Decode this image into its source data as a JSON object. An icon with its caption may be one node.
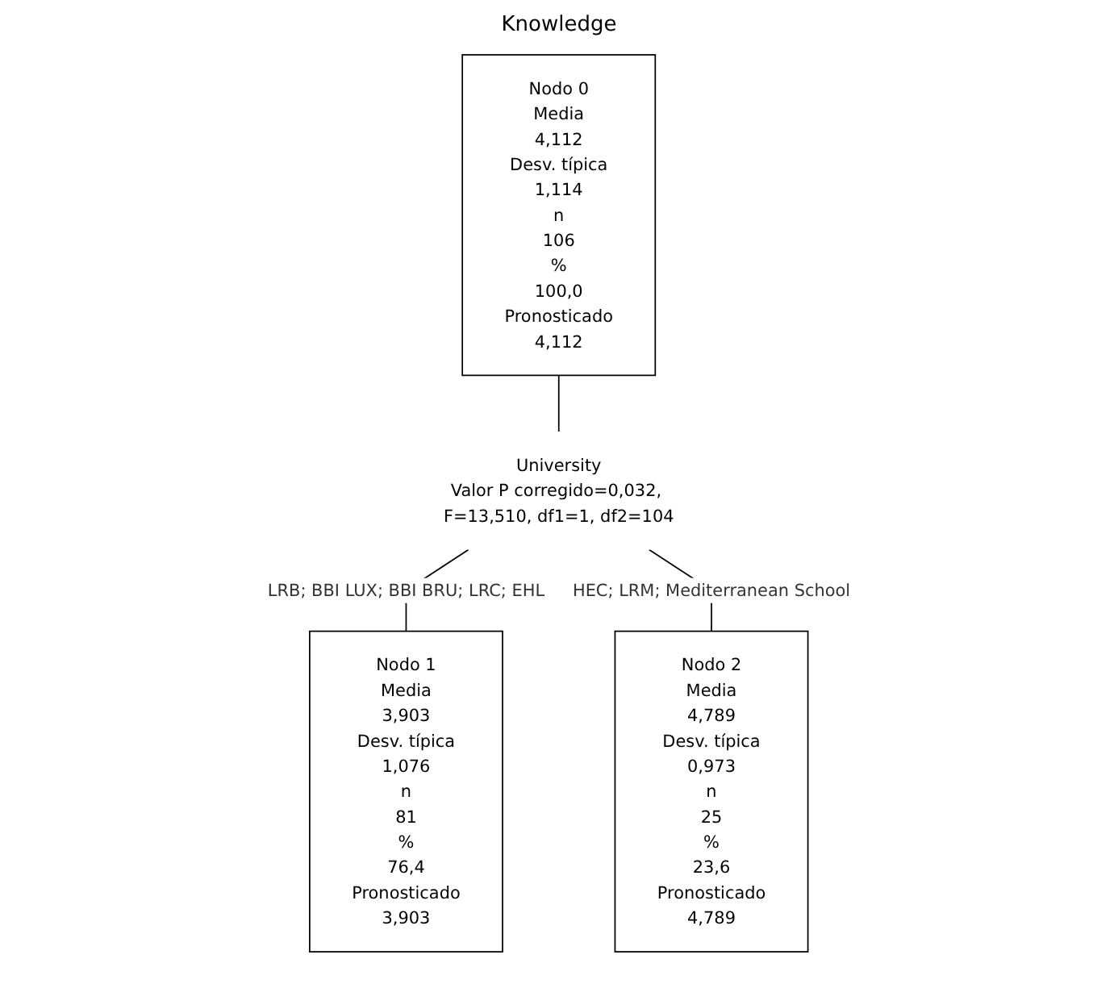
{
  "diagram": {
    "title": "Knowledge",
    "nodes": [
      {
        "text": [
          "Nodo 0",
          "Media",
          "4,112",
          "Desv. típica",
          "1,114",
          "n",
          "106",
          "%",
          "100,0",
          "Pronosticado",
          "4,112"
        ]
      },
      {
        "text": [
          "University",
          "Valor P corregido=0,032, F=13,510, df1=1, df2=104"
        ]
      },
      {
        "text": [
          "Nodo 1",
          "Media",
          "3,903",
          "Desv. típica",
          "1,076",
          "n",
          "81",
          "%",
          "76,4",
          "Pronosticado",
          "3,903"
        ]
      },
      {
        "text": [
          "Nodo 2",
          "Media",
          "4,789",
          "Desv. típica",
          "0,973",
          "n",
          "25",
          "%",
          "23,6",
          "Pronosticado",
          "4,789"
        ]
      }
    ],
    "edges": [
      {
        "from": 0,
        "to": 1,
        "arrow": "none"
      },
      {
        "from": 1,
        "to": 2,
        "arrow": "none",
        "label": "LRB; BBI LUX; BBI BRU; LRC; EHL"
      },
      {
        "from": 1,
        "to": 3,
        "arrow": "none",
        "label": "HEC; LRM; Mediterranean School"
      }
    ]
  }
}
